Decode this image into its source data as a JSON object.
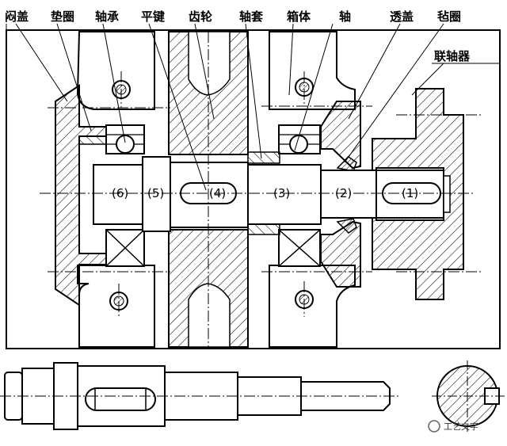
{
  "labels": {
    "closed_cover": "闷盖",
    "gasket": "垫圈",
    "bearing": "轴承",
    "flat_key": "平键",
    "gear": "齿轮",
    "sleeve": "轴套",
    "housing": "箱体",
    "shaft": "轴",
    "through_cover": "透盖",
    "felt_ring": "毡圈",
    "coupling": "联轴器"
  },
  "sections": [
    "(1)",
    "(2)",
    "(3)",
    "(4)",
    "(5)",
    "(6)"
  ],
  "watermark": "工艺文字"
}
